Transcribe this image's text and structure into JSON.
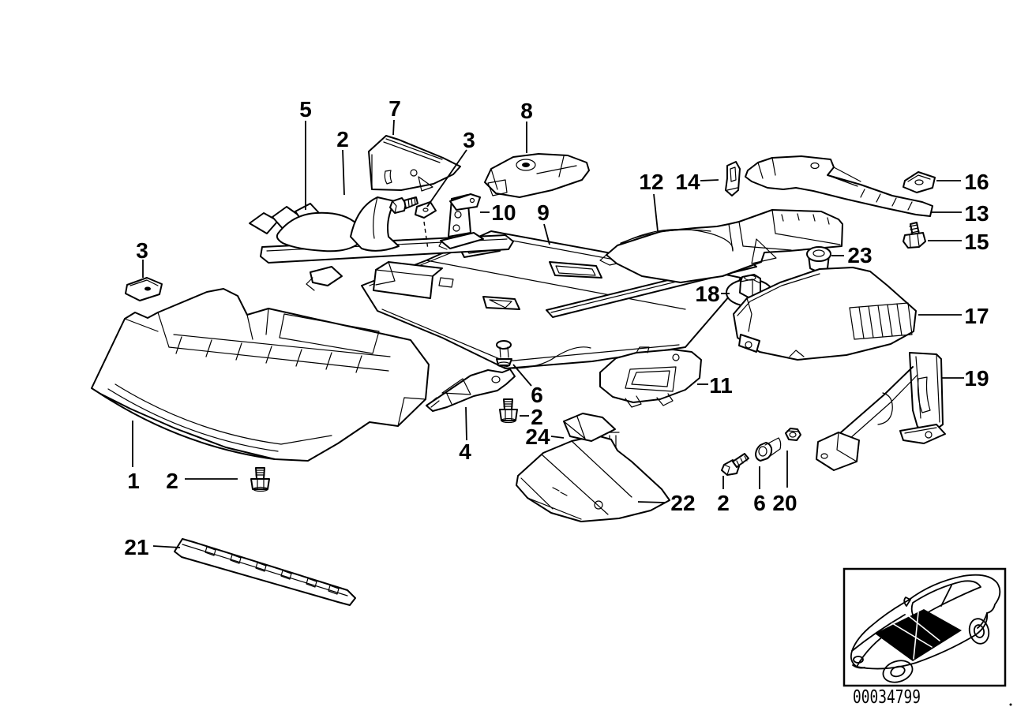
{
  "diagram": {
    "background_color": "#ffffff",
    "line_color": "#000000",
    "image_code": "00034799",
    "callouts": [
      {
        "label": "5"
      },
      {
        "label": "7"
      },
      {
        "label": "2"
      },
      {
        "label": "3"
      },
      {
        "label": "8"
      },
      {
        "label": "3"
      },
      {
        "label": "10"
      },
      {
        "label": "9"
      },
      {
        "label": "12"
      },
      {
        "label": "14"
      },
      {
        "label": "16"
      },
      {
        "label": "13"
      },
      {
        "label": "15"
      },
      {
        "label": "23"
      },
      {
        "label": "18"
      },
      {
        "label": "17"
      },
      {
        "label": "19"
      },
      {
        "label": "11"
      },
      {
        "label": "6"
      },
      {
        "label": "2"
      },
      {
        "label": "24"
      },
      {
        "label": "4"
      },
      {
        "label": "1"
      },
      {
        "label": "2"
      },
      {
        "label": "22"
      },
      {
        "label": "2"
      },
      {
        "label": "6"
      },
      {
        "label": "20"
      },
      {
        "label": "21"
      }
    ]
  }
}
